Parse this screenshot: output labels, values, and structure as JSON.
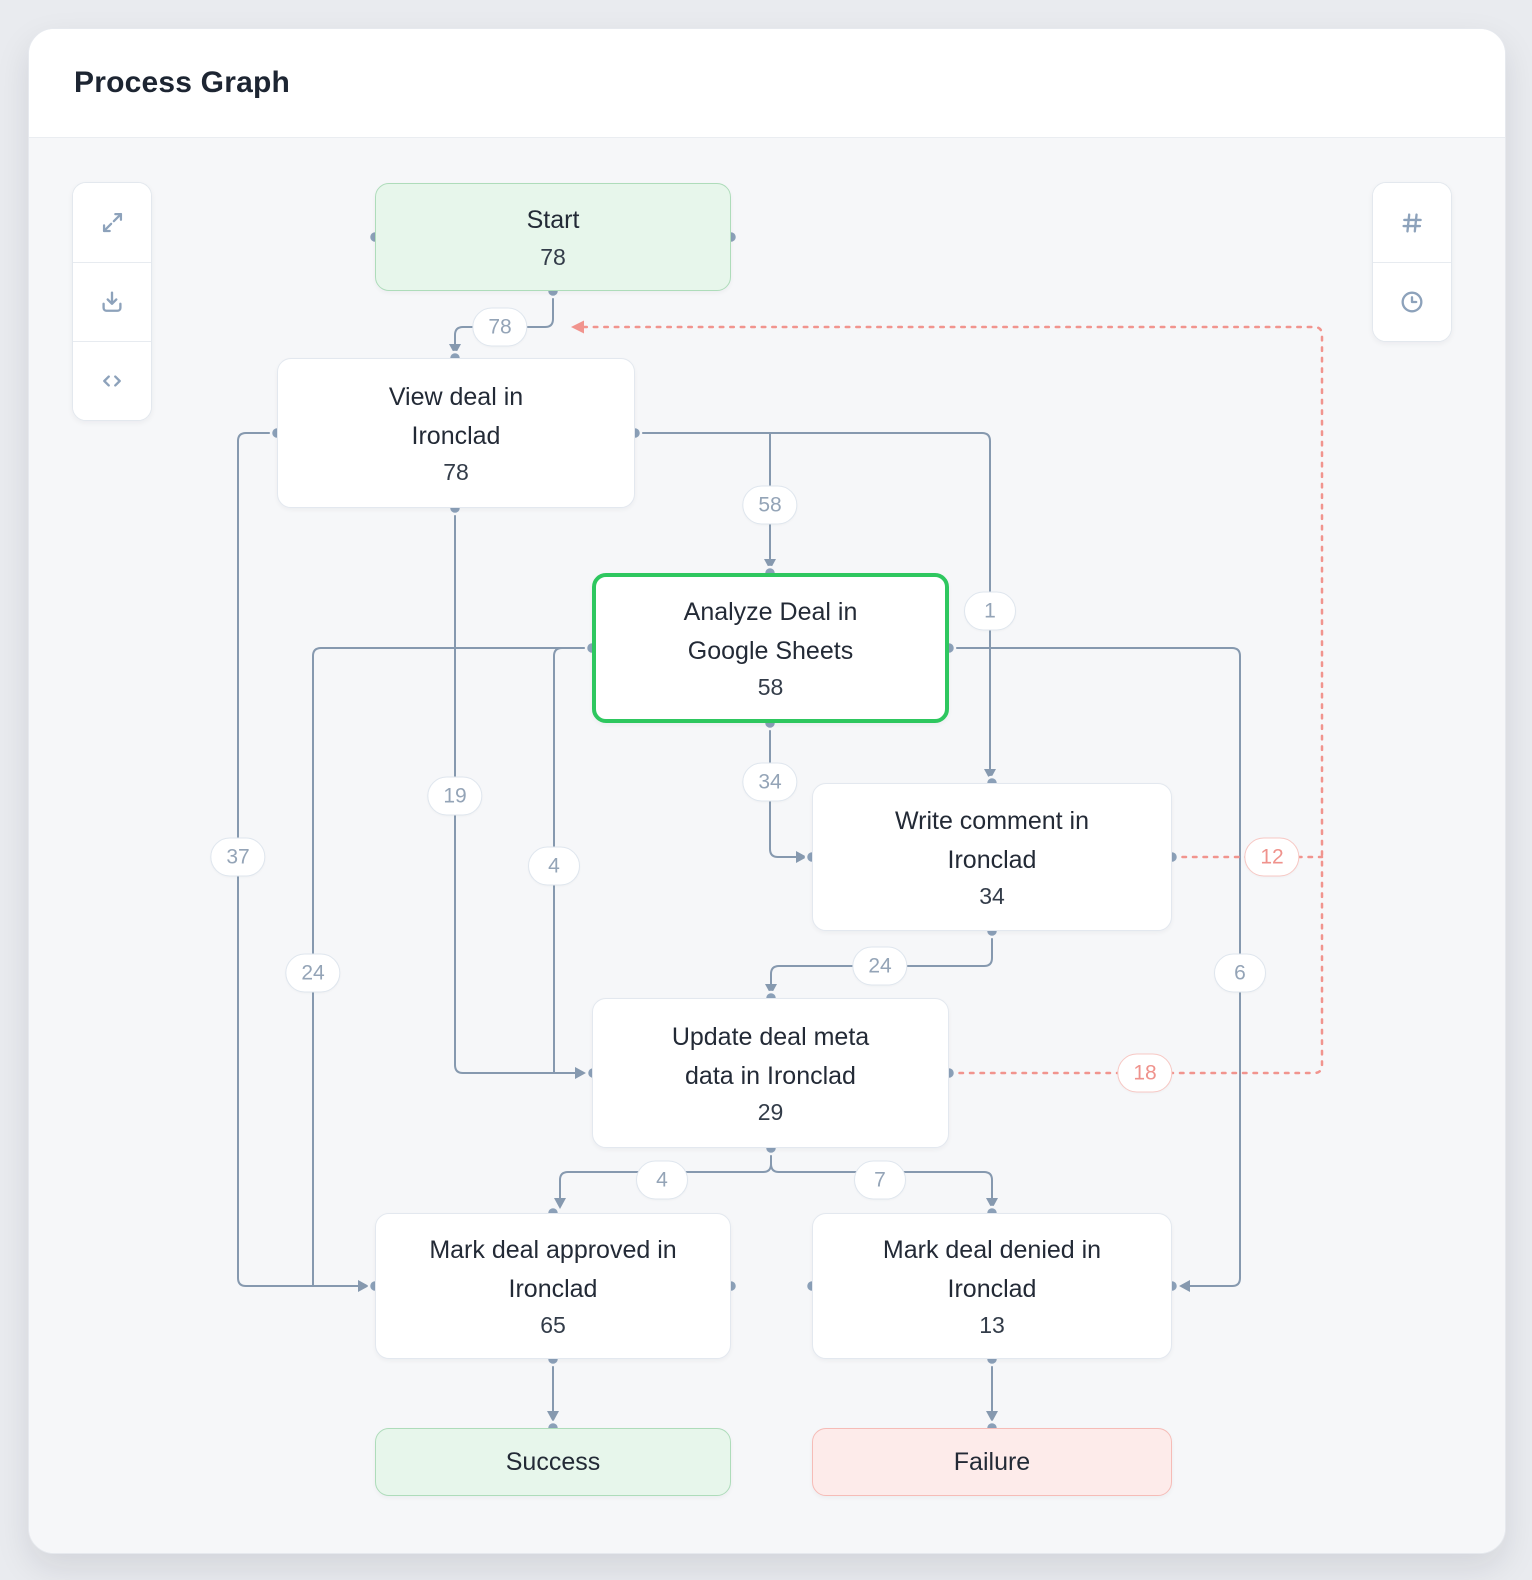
{
  "header": {
    "title": "Process Graph"
  },
  "toolbar_left": {
    "items": [
      {
        "icon": "expand-icon"
      },
      {
        "icon": "download-icon"
      },
      {
        "icon": "code-icon"
      }
    ]
  },
  "toolbar_right": {
    "items": [
      {
        "icon": "hash-icon"
      },
      {
        "icon": "clock-icon"
      }
    ]
  },
  "colors": {
    "edge": "#8699af",
    "rework_edge": "#f1948e",
    "active_node_border": "#2ec75f",
    "entry_node_fill": "#e7f6eb",
    "entry_node_border": "#aedcba",
    "failure_node_fill": "#fdebea",
    "failure_node_border": "#f6bcb7",
    "canvas_background": "#f6f7f9"
  },
  "nodes": [
    {
      "id": "start",
      "label": "Start",
      "count": "78",
      "kind": "entry"
    },
    {
      "id": "view",
      "label": "View deal in\nIronclad",
      "count": "78",
      "kind": "step"
    },
    {
      "id": "analyze",
      "label": "Analyze Deal in\nGoogle Sheets",
      "count": "58",
      "kind": "step-active"
    },
    {
      "id": "write",
      "label": "Write comment in\nIronclad",
      "count": "34",
      "kind": "step"
    },
    {
      "id": "update",
      "label": "Update deal meta\ndata in Ironclad",
      "count": "29",
      "kind": "step"
    },
    {
      "id": "approved",
      "label": "Mark deal approved in\nIronclad",
      "count": "65",
      "kind": "step"
    },
    {
      "id": "denied",
      "label": "Mark deal denied in\nIronclad",
      "count": "13",
      "kind": "step"
    },
    {
      "id": "success",
      "label": "Success",
      "kind": "exit-success"
    },
    {
      "id": "failure",
      "label": "Failure",
      "kind": "exit-failure"
    }
  ],
  "edges": [
    {
      "from": "start",
      "to": "view",
      "count": "78",
      "type": "normal"
    },
    {
      "from": "view",
      "to": "analyze",
      "count": "58",
      "type": "normal"
    },
    {
      "from": "view",
      "to": "write",
      "count": "1",
      "type": "normal"
    },
    {
      "from": "analyze",
      "to": "write",
      "count": "34",
      "type": "normal"
    },
    {
      "from": "view",
      "to": "update",
      "count": "19",
      "type": "normal"
    },
    {
      "from": "analyze",
      "to": "update",
      "count": "4",
      "type": "normal"
    },
    {
      "from": "view",
      "to": "approved",
      "count": "37",
      "type": "normal"
    },
    {
      "from": "analyze",
      "to": "approved",
      "count": "24",
      "type": "normal"
    },
    {
      "from": "analyze",
      "to": "denied",
      "count": "6",
      "type": "normal"
    },
    {
      "from": "write",
      "to": "update",
      "count": "24",
      "type": "normal"
    },
    {
      "from": "update",
      "to": "approved",
      "count": "4",
      "type": "normal"
    },
    {
      "from": "update",
      "to": "denied",
      "count": "7",
      "type": "normal"
    },
    {
      "from": "approved",
      "to": "success",
      "count": "",
      "type": "normal"
    },
    {
      "from": "denied",
      "to": "failure",
      "count": "",
      "type": "normal"
    },
    {
      "from": "write",
      "to": "view",
      "count": "12",
      "type": "rework"
    },
    {
      "from": "update",
      "to": "view",
      "count": "18",
      "type": "rework"
    }
  ]
}
